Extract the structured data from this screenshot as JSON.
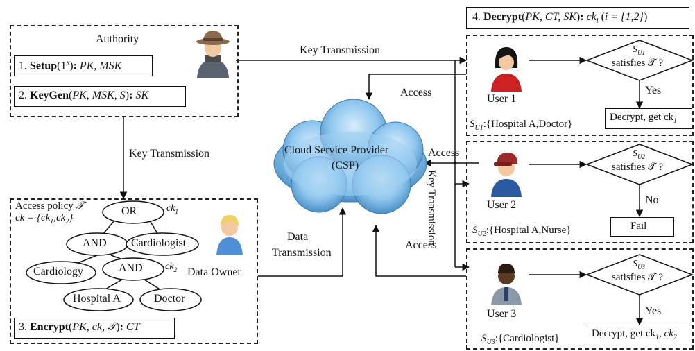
{
  "authority": {
    "title": "Authority",
    "setup": {
      "num": "1.",
      "name": "Setup",
      "arg": "1",
      "sup": "κ",
      "out": "PK, MSK"
    },
    "keygen": {
      "num": "2.",
      "name": "KeyGen",
      "args": "PK, MSK, S",
      "out": "SK"
    }
  },
  "decrypt_box": {
    "num": "4.",
    "name": "Decrypt",
    "args": "PK, CT, SK",
    "out": "ck",
    "out_sub": "i",
    "cond": "i = {1,2}"
  },
  "edges": {
    "key_top": "Key Transmission",
    "key_left": "Key Transmission",
    "key_vertical": "Key Transmission",
    "access_1": "Access",
    "access_2": "Access",
    "access_3": "Access",
    "data_1": "Data",
    "data_2": "Transmission"
  },
  "cloud": {
    "line1": "Cloud Service Provider",
    "line2": "(CSP)"
  },
  "owner": {
    "label": "Data Owner",
    "policy_label": "Access policy",
    "policy_sym": "𝒯",
    "ck_def": "ck = {ck",
    "ck_sub1": "1",
    "ck_sub2": "2",
    "ck1_label": "ck",
    "ck2_label": "ck",
    "nodes": [
      "OR",
      "AND",
      "Cardiologist",
      "Cardiology",
      "AND",
      "Hospital A",
      "Doctor"
    ],
    "encrypt": {
      "num": "3.",
      "name": "Encrypt",
      "args": "PK, ck, 𝒯",
      "out": "CT"
    }
  },
  "users": [
    {
      "name": "User 1",
      "set_sym": "S",
      "set_sub": "U1",
      "set_text": ":{Hospital A,Doctor}",
      "cond_line2": "satisfies 𝒯 ?",
      "branch": "Yes",
      "result": "Decrypt, get ck",
      "result_sub": "1",
      "color": "#cc2222"
    },
    {
      "name": "User 2",
      "set_sym": "S",
      "set_sub": "U2",
      "set_text": ":{Hospital A,Nurse}",
      "cond_line2": "satisfies 𝒯 ?",
      "branch": "No",
      "result": "Fail",
      "result_sub": "",
      "color": "#2c5aa0"
    },
    {
      "name": "User 3",
      "set_sym": "S",
      "set_sub": "U3",
      "set_text": ":{Cardiologist}",
      "cond_line2": "satisfies 𝒯 ?",
      "branch": "Yes",
      "result": "Decrypt, get ck",
      "result_sub": "1",
      "result_tail": ", ck",
      "result_sub2": "2",
      "color": "#7a8a9a"
    }
  ]
}
